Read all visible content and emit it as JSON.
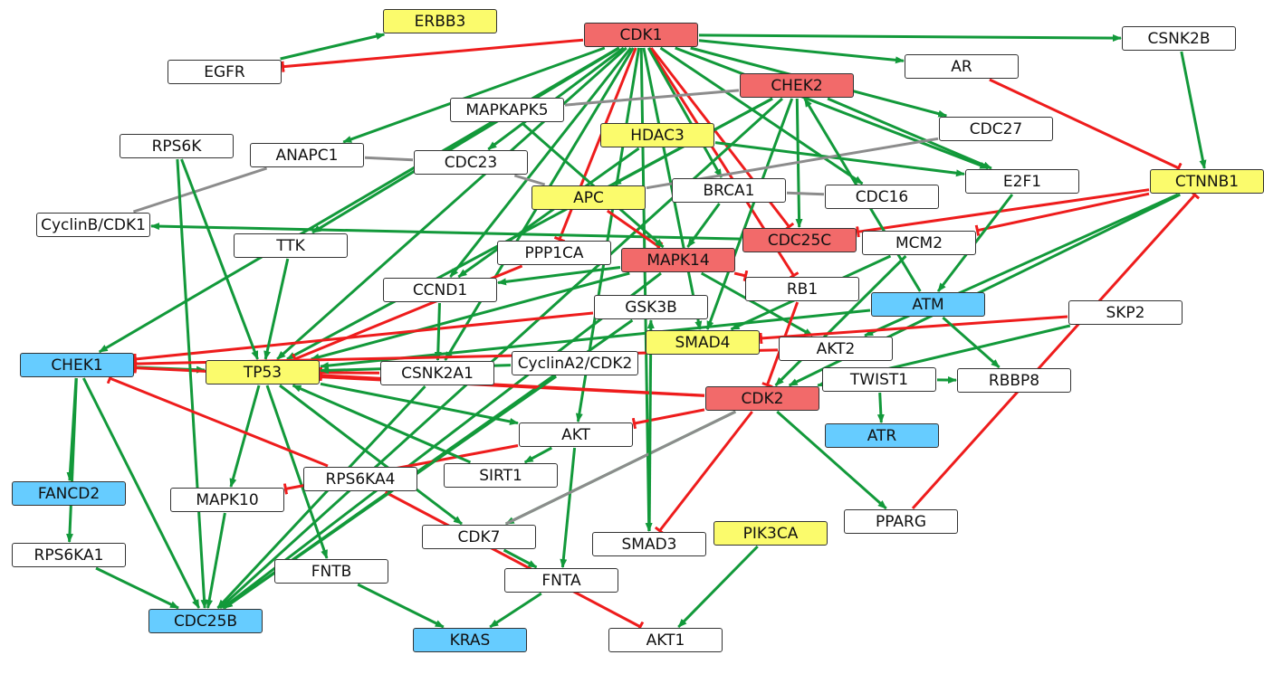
{
  "colors": {
    "activation_edge": "#12993a",
    "inhibition_edge": "#ee1c1c",
    "association_edge": "#8c8c8c",
    "white": "#ffffff",
    "red": "#f26a6a",
    "yellow": "#fbfb6c",
    "blue": "#66ccff"
  },
  "nodes": [
    {
      "id": "ERBB3",
      "label": "ERBB3",
      "color": "yellow"
    },
    {
      "id": "CDK1",
      "label": "CDK1",
      "color": "red"
    },
    {
      "id": "CSNK2B",
      "label": "CSNK2B",
      "color": "white"
    },
    {
      "id": "EGFR",
      "label": "EGFR",
      "color": "white"
    },
    {
      "id": "AR",
      "label": "AR",
      "color": "white"
    },
    {
      "id": "CHEK2",
      "label": "CHEK2",
      "color": "red"
    },
    {
      "id": "MAPKAPK5",
      "label": "MAPKAPK5",
      "color": "white"
    },
    {
      "id": "CDC27",
      "label": "CDC27",
      "color": "white"
    },
    {
      "id": "RPS6K",
      "label": "RPS6K",
      "color": "white"
    },
    {
      "id": "HDAC3",
      "label": "HDAC3",
      "color": "yellow"
    },
    {
      "id": "ANAPC1",
      "label": "ANAPC1",
      "color": "white"
    },
    {
      "id": "CDC23",
      "label": "CDC23",
      "color": "white"
    },
    {
      "id": "E2F1",
      "label": "E2F1",
      "color": "white"
    },
    {
      "id": "CTNNB1",
      "label": "CTNNB1",
      "color": "yellow"
    },
    {
      "id": "BRCA1",
      "label": "BRCA1",
      "color": "white"
    },
    {
      "id": "APC",
      "label": "APC",
      "color": "yellow"
    },
    {
      "id": "CDC16",
      "label": "CDC16",
      "color": "white"
    },
    {
      "id": "CyclinB_CDK1",
      "label": "CyclinB/CDK1",
      "color": "white"
    },
    {
      "id": "CDC25C",
      "label": "CDC25C",
      "color": "red"
    },
    {
      "id": "TTK",
      "label": "TTK",
      "color": "white"
    },
    {
      "id": "MCM2",
      "label": "MCM2",
      "color": "white"
    },
    {
      "id": "PPP1CA",
      "label": "PPP1CA",
      "color": "white"
    },
    {
      "id": "MAPK14",
      "label": "MAPK14",
      "color": "red"
    },
    {
      "id": "CCND1",
      "label": "CCND1",
      "color": "white"
    },
    {
      "id": "RB1",
      "label": "RB1",
      "color": "white"
    },
    {
      "id": "ATM",
      "label": "ATM",
      "color": "blue"
    },
    {
      "id": "GSK3B",
      "label": "GSK3B",
      "color": "white"
    },
    {
      "id": "SKP2",
      "label": "SKP2",
      "color": "white"
    },
    {
      "id": "SMAD4",
      "label": "SMAD4",
      "color": "yellow"
    },
    {
      "id": "AKT2",
      "label": "AKT2",
      "color": "white"
    },
    {
      "id": "CHEK1",
      "label": "CHEK1",
      "color": "blue"
    },
    {
      "id": "TP53",
      "label": "TP53",
      "color": "yellow"
    },
    {
      "id": "CSNK2A1",
      "label": "CSNK2A1",
      "color": "white"
    },
    {
      "id": "CyclinA2_CDK2",
      "label": "CyclinA2/CDK2",
      "color": "white"
    },
    {
      "id": "TWIST1",
      "label": "TWIST1",
      "color": "white"
    },
    {
      "id": "RBBP8",
      "label": "RBBP8",
      "color": "white"
    },
    {
      "id": "CDK2",
      "label": "CDK2",
      "color": "red"
    },
    {
      "id": "AKT",
      "label": "AKT",
      "color": "white"
    },
    {
      "id": "ATR",
      "label": "ATR",
      "color": "blue"
    },
    {
      "id": "SIRT1",
      "label": "SIRT1",
      "color": "white"
    },
    {
      "id": "RPS6KA4",
      "label": "RPS6KA4",
      "color": "white"
    },
    {
      "id": "FANCD2",
      "label": "FANCD2",
      "color": "blue"
    },
    {
      "id": "MAPK10",
      "label": "MAPK10",
      "color": "white"
    },
    {
      "id": "CDK7",
      "label": "CDK7",
      "color": "white"
    },
    {
      "id": "PIK3CA",
      "label": "PIK3CA",
      "color": "yellow"
    },
    {
      "id": "SMAD3",
      "label": "SMAD3",
      "color": "white"
    },
    {
      "id": "PPARG",
      "label": "PPARG",
      "color": "white"
    },
    {
      "id": "RPS6KA1",
      "label": "RPS6KA1",
      "color": "white"
    },
    {
      "id": "FNTB",
      "label": "FNTB",
      "color": "white"
    },
    {
      "id": "FNTA",
      "label": "FNTA",
      "color": "white"
    },
    {
      "id": "CDC25B",
      "label": "CDC25B",
      "color": "blue"
    },
    {
      "id": "KRAS",
      "label": "KRAS",
      "color": "blue"
    },
    {
      "id": "AKT1",
      "label": "AKT1",
      "color": "white"
    }
  ],
  "edges": [
    {
      "from": "EGFR",
      "to": "ERBB3",
      "type": "activation"
    },
    {
      "from": "CDK1",
      "to": "EGFR",
      "type": "inhibition"
    },
    {
      "from": "CDK1",
      "to": "CSNK2B",
      "type": "activation"
    },
    {
      "from": "CDK1",
      "to": "AR",
      "type": "activation"
    },
    {
      "from": "CDK1",
      "to": "CDC27",
      "type": "activation"
    },
    {
      "from": "CDK1",
      "to": "E2F1",
      "type": "activation"
    },
    {
      "from": "CDK1",
      "to": "CDC16",
      "type": "activation"
    },
    {
      "from": "CDK1",
      "to": "ANAPC1",
      "type": "activation"
    },
    {
      "from": "CDK1",
      "to": "CDC23",
      "type": "activation"
    },
    {
      "from": "CDK1",
      "to": "TTK",
      "type": "activation"
    },
    {
      "from": "CDK1",
      "to": "CCND1",
      "type": "activation"
    },
    {
      "from": "CDK1",
      "to": "TP53",
      "type": "activation"
    },
    {
      "from": "CDK1",
      "to": "CSNK2A1",
      "type": "activation"
    },
    {
      "from": "CDK1",
      "to": "SMAD4",
      "type": "activation"
    },
    {
      "from": "CDK1",
      "to": "SMAD3",
      "type": "activation"
    },
    {
      "from": "CDK1",
      "to": "AKT",
      "type": "activation"
    },
    {
      "from": "CDK1",
      "to": "CDC25C",
      "type": "inhibition"
    },
    {
      "from": "CDK1",
      "to": "PPP1CA",
      "type": "inhibition"
    },
    {
      "from": "CDK1",
      "to": "RB1",
      "type": "inhibition"
    },
    {
      "from": "CDK1",
      "to": "CHEK1",
      "type": "activation"
    },
    {
      "from": "CDK1",
      "to": "BRCA1",
      "type": "activation"
    },
    {
      "from": "CSNK2B",
      "to": "CTNNB1",
      "type": "activation"
    },
    {
      "from": "AR",
      "to": "CTNNB1",
      "type": "inhibition"
    },
    {
      "from": "CHEK2",
      "to": "CDC25C",
      "type": "activation"
    },
    {
      "from": "CHEK2",
      "to": "APC",
      "type": "activation"
    },
    {
      "from": "CHEK2",
      "to": "TP53",
      "type": "activation"
    },
    {
      "from": "CHEK2",
      "to": "E2F1",
      "type": "activation"
    },
    {
      "from": "CHEK2",
      "to": "SMAD4",
      "type": "activation"
    },
    {
      "from": "CHEK2",
      "to": "CDC25B",
      "type": "activation"
    },
    {
      "from": "MAPKAPK5",
      "to": "CHEK2",
      "type": "association"
    },
    {
      "from": "CDC23",
      "to": "APC",
      "type": "association"
    },
    {
      "from": "ANAPC1",
      "to": "CDC23",
      "type": "association"
    },
    {
      "from": "HDAC3",
      "to": "E2F1",
      "type": "activation"
    },
    {
      "from": "HDAC3",
      "to": "CCND1",
      "type": "activation"
    },
    {
      "from": "APC",
      "to": "CDC27",
      "type": "association"
    },
    {
      "from": "BRCA1",
      "to": "CDC16",
      "type": "association"
    },
    {
      "from": "CyclinB_CDK1",
      "to": "ANAPC1",
      "type": "association"
    },
    {
      "from": "CDC25C",
      "to": "CyclinB_CDK1",
      "type": "activation"
    },
    {
      "from": "CTNNB1",
      "to": "MCM2",
      "type": "inhibition"
    },
    {
      "from": "CTNNB1",
      "to": "CDC25C",
      "type": "inhibition"
    },
    {
      "from": "CTNNB1",
      "to": "AKT2",
      "type": "activation"
    },
    {
      "from": "CTNNB1",
      "to": "CDK2",
      "type": "activation"
    },
    {
      "from": "PPARG",
      "to": "CTNNB1",
      "type": "inhibition"
    },
    {
      "from": "E2F1",
      "to": "ATM",
      "type": "activation"
    },
    {
      "from": "MCM2",
      "to": "SMAD4",
      "type": "activation"
    },
    {
      "from": "MCM2",
      "to": "CDK2",
      "type": "activation"
    },
    {
      "from": "MAPK14",
      "to": "CCND1",
      "type": "activation"
    },
    {
      "from": "MAPK14",
      "to": "CDC25B",
      "type": "activation"
    },
    {
      "from": "MAPK14",
      "to": "TP53",
      "type": "activation"
    },
    {
      "from": "MAPK14",
      "to": "RB1",
      "type": "inhibition"
    },
    {
      "from": "MAPK14",
      "to": "AKT2",
      "type": "activation"
    },
    {
      "from": "PPP1CA",
      "to": "TP53",
      "type": "inhibition"
    },
    {
      "from": "APC",
      "to": "MAPK14",
      "type": "inhibition"
    },
    {
      "from": "GSK3B",
      "to": "CHEK1",
      "type": "inhibition"
    },
    {
      "from": "GSK3B",
      "to": "CDC25B",
      "type": "activation"
    },
    {
      "from": "SKP2",
      "to": "SMAD4",
      "type": "inhibition"
    },
    {
      "from": "SKP2",
      "to": "CDK2",
      "type": "activation"
    },
    {
      "from": "ATM",
      "to": "CHEK2",
      "type": "activation"
    },
    {
      "from": "ATM",
      "to": "TP53",
      "type": "activation"
    },
    {
      "from": "ATM",
      "to": "RBBP8",
      "type": "activation"
    },
    {
      "from": "CHEK1",
      "to": "FANCD2",
      "type": "activation"
    },
    {
      "from": "CHEK1",
      "to": "CDC25B",
      "type": "activation"
    },
    {
      "from": "CHEK1",
      "to": "TP53",
      "type": "activation"
    },
    {
      "from": "CHEK1",
      "to": "RPS6KA1",
      "type": "activation"
    },
    {
      "from": "TP53",
      "to": "CDK7",
      "type": "activation"
    },
    {
      "from": "TP53",
      "to": "FNTB",
      "type": "activation"
    },
    {
      "from": "TP53",
      "to": "MAPK10",
      "type": "activation"
    },
    {
      "from": "TP53",
      "to": "AKT",
      "type": "activation"
    },
    {
      "from": "CSNK2A1",
      "to": "TP53",
      "type": "inhibition"
    },
    {
      "from": "CSNK2A1",
      "to": "CDC25B",
      "type": "activation"
    },
    {
      "from": "CDK2",
      "to": "TP53",
      "type": "inhibition"
    },
    {
      "from": "CDK2",
      "to": "CHEK1",
      "type": "inhibition"
    },
    {
      "from": "CDK2",
      "to": "AKT",
      "type": "inhibition"
    },
    {
      "from": "CDK2",
      "to": "SMAD3",
      "type": "inhibition"
    },
    {
      "from": "CDK2",
      "to": "CDK7",
      "type": "activation"
    },
    {
      "from": "CDK2",
      "to": "PPARG",
      "type": "activation"
    },
    {
      "from": "TWIST1",
      "to": "RBBP8",
      "type": "activation"
    },
    {
      "from": "TWIST1",
      "to": "ATR",
      "type": "activation"
    },
    {
      "from": "AKT",
      "to": "MAPK10",
      "type": "inhibition"
    },
    {
      "from": "AKT",
      "to": "SIRT1",
      "type": "activation"
    },
    {
      "from": "AKT",
      "to": "FNTA",
      "type": "activation"
    },
    {
      "from": "RPS6K",
      "to": "TP53",
      "type": "activation"
    },
    {
      "from": "RPS6K",
      "to": "CDC25B",
      "type": "activation"
    },
    {
      "from": "RPS6KA4",
      "to": "CHEK1",
      "type": "inhibition"
    },
    {
      "from": "RPS6KA4",
      "to": "AKT1",
      "type": "inhibition"
    },
    {
      "from": "CDK7",
      "to": "CDK2",
      "type": "association"
    },
    {
      "from": "CDK7",
      "to": "FNTA",
      "type": "activation"
    },
    {
      "from": "FNTB",
      "to": "KRAS",
      "type": "activation"
    },
    {
      "from": "FNTA",
      "to": "KRAS",
      "type": "activation"
    },
    {
      "from": "PIK3CA",
      "to": "AKT1",
      "type": "activation"
    },
    {
      "from": "RPS6KA1",
      "to": "CDC25B",
      "type": "activation"
    },
    {
      "from": "MAPK10",
      "to": "CDC25B",
      "type": "activation"
    },
    {
      "from": "SMAD3",
      "to": "GSK3B",
      "type": "activation"
    },
    {
      "from": "RB1",
      "to": "CDK2",
      "type": "inhibition"
    },
    {
      "from": "TTK",
      "to": "TP53",
      "type": "activation"
    },
    {
      "from": "CCND1",
      "to": "CSNK2A1",
      "type": "activation"
    },
    {
      "from": "CyclinA2_CDK2",
      "to": "TP53",
      "type": "activation"
    },
    {
      "from": "CyclinA2_CDK2",
      "to": "CDC25B",
      "type": "activation"
    },
    {
      "from": "SIRT1",
      "to": "TP53",
      "type": "activation"
    },
    {
      "from": "AKT2",
      "to": "CHEK1",
      "type": "inhibition"
    },
    {
      "from": "BRCA1",
      "to": "MAPK14",
      "type": "activation"
    },
    {
      "from": "MAPKAPK5",
      "to": "MAPK14",
      "type": "activation"
    }
  ]
}
